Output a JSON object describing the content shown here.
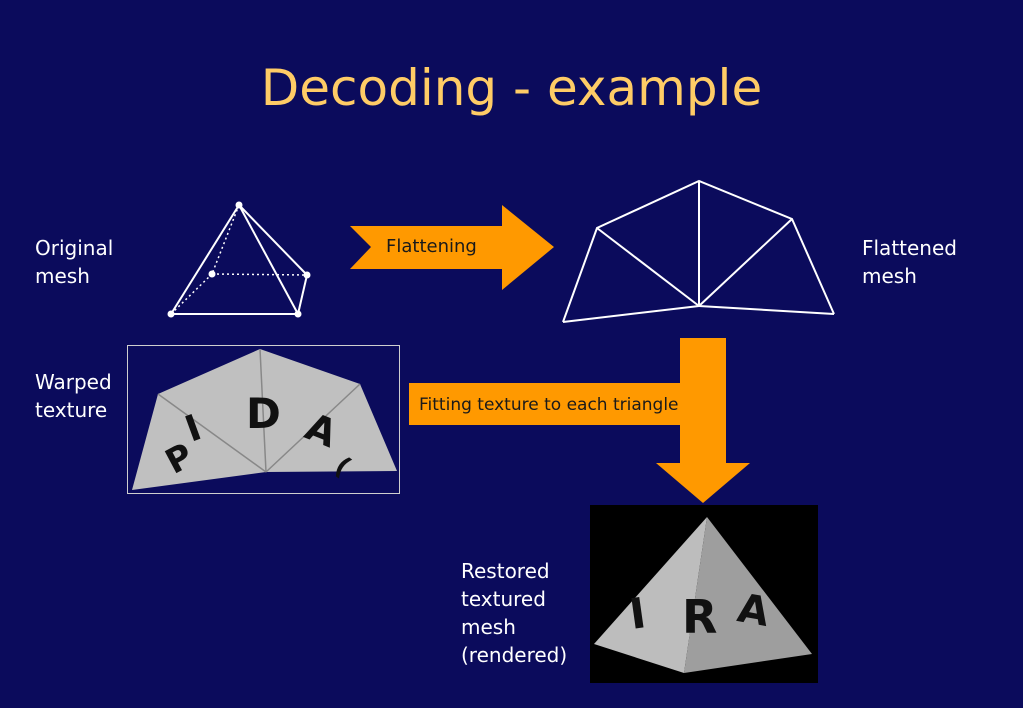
{
  "slide": {
    "title": "Decoding - example",
    "labels": {
      "original_mesh": "Original\nmesh",
      "flattened_mesh": "Flattened\nmesh",
      "warped_texture": "Warped\ntexture",
      "restored_mesh": "Restored\ntextured\nmesh\n(rendered)"
    },
    "arrows": {
      "flattening": "Flattening",
      "fitting": "Fitting texture to each triangle"
    },
    "texture_letters": {
      "warped": "P I D A",
      "rendered": "I R A"
    }
  },
  "colors": {
    "background": "#0b0b5c",
    "title": "#ffcc66",
    "arrow": "#ff9900",
    "text": "#ffffff",
    "texture_gray": "#c0c0c0"
  }
}
